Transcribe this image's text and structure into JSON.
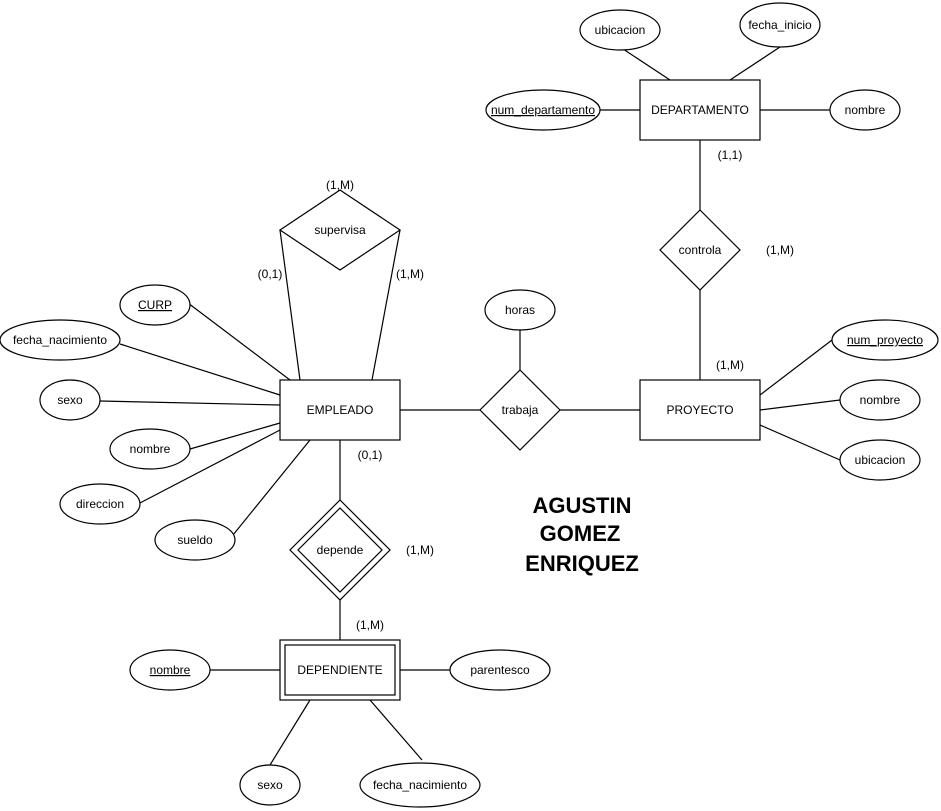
{
  "entities": {
    "empleado": "EMPLEADO",
    "departamento": "DEPARTAMENTO",
    "proyecto": "PROYECTO",
    "dependiente": "DEPENDIENTE"
  },
  "relationships": {
    "supervisa": "supervisa",
    "controla": "controla",
    "trabaja": "trabaja",
    "depende": "depende"
  },
  "attributes": {
    "empleado": {
      "curp": "CURP",
      "fecha_nacimiento": "fecha_nacimiento",
      "sexo": "sexo",
      "nombre": "nombre",
      "direccion": "direccion",
      "sueldo": "sueldo"
    },
    "departamento": {
      "ubicacion": "ubicacion",
      "fecha_inicio": "fecha_inicio",
      "num_departamento": "num_departamento",
      "nombre": "nombre"
    },
    "proyecto": {
      "num_proyecto": "num_proyecto",
      "nombre": "nombre",
      "ubicacion": "ubicacion"
    },
    "dependiente": {
      "nombre": "nombre",
      "parentesco": "parentesco",
      "sexo": "sexo",
      "fecha_nacimiento": "fecha_nacimiento"
    },
    "trabaja": {
      "horas": "horas"
    }
  },
  "cardinalities": {
    "supervisa_top": "(1,M)",
    "supervisa_left": "(0,1)",
    "supervisa_right": "(1,M)",
    "departamento_controla": "(1,1)",
    "controla_side": "(1,M)",
    "proyecto_controla": "(1,M)",
    "empleado_depende": "(0,1)",
    "depende_side": "(1,M)",
    "dependiente_depende": "(1,M)"
  },
  "author": {
    "line1": "AGUSTIN",
    "line2": "GOMEZ",
    "line3": "ENRIQUEZ"
  },
  "colors": {
    "stroke": "#000000",
    "fill": "#ffffff"
  }
}
